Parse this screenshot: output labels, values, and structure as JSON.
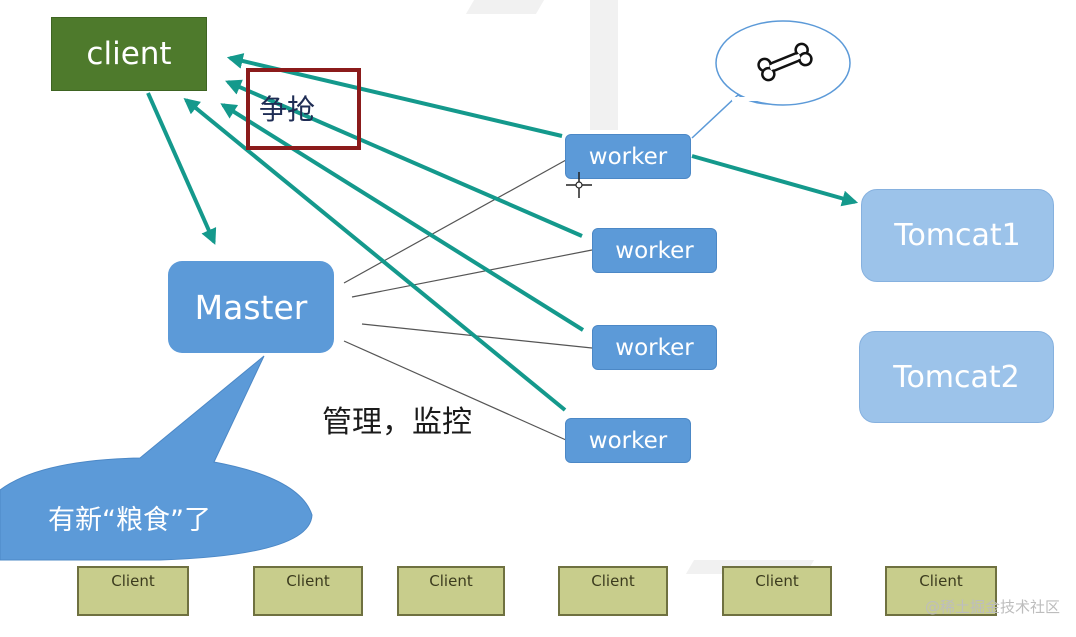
{
  "diagram": {
    "client_label": "client",
    "compete_label": "争抢",
    "master_label": "Master",
    "workers": [
      "worker",
      "worker",
      "worker",
      "worker"
    ],
    "tomcats": [
      "Tomcat1",
      "Tomcat2"
    ],
    "manage_label": "管理，监控",
    "food_label": "有新“粮食”了",
    "bone_icon": "bone-icon"
  },
  "bottom_clients": [
    "Client",
    "Client",
    "Client",
    "Client",
    "Client",
    "Client"
  ],
  "watermark": "@稀土掘金技术社区",
  "colors": {
    "client_green": "#4e7a2c",
    "master_blue": "#5c9ad8",
    "tomcat_blue": "#9cc3ea",
    "arrow_teal": "#14998c",
    "highlight_red": "#8b1b1b",
    "small_client_fill": "#c8cd8c"
  }
}
